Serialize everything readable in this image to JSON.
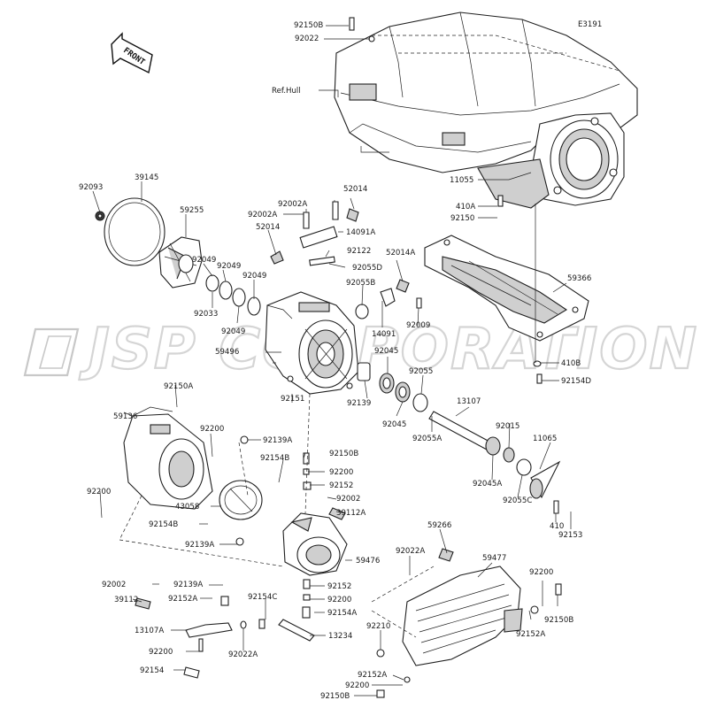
{
  "diagram_code": "E3191",
  "front_arrow_text": "FRONT",
  "watermark": "JSP CORPORATION",
  "labels": {
    "92150B_top": "92150B",
    "92022_top": "92022",
    "ref_hull": "Ref.Hull",
    "11055": "11055",
    "410A": "410A",
    "92150": "92150",
    "59366": "59366",
    "410B": "410B",
    "92154D": "92154D",
    "92093": "92093",
    "39145": "39145",
    "59255": "59255",
    "92049_a": "92049",
    "92049_b": "92049",
    "92049_c": "92049",
    "92033": "92033",
    "92002A_a": "92002A",
    "92002A_b": "92002A",
    "52014_a": "52014",
    "52014_b": "52014",
    "52014A": "52014A",
    "14091A": "14091A",
    "92122": "92122",
    "92055D": "92055D",
    "92055B": "92055B",
    "14091": "14091",
    "92009": "92009",
    "59496": "59496",
    "92045_a": "92045",
    "92045_b": "92045",
    "92139": "92139",
    "92055": "92055",
    "92055A": "92055A",
    "13107": "13107",
    "92015": "92015",
    "11065": "11065",
    "92045A": "92045A",
    "92055C": "92055C",
    "410": "410",
    "92153": "92153",
    "92151": "92151",
    "92150A": "92150A",
    "59136": "59136",
    "92200_a": "92200",
    "92139A_a": "92139A",
    "92150B_mid": "92150B",
    "92154B_a": "92154B",
    "92200_b": "92200",
    "92152_a": "92152",
    "92200_left": "92200",
    "43058": "43058",
    "92002": "92002",
    "39112A": "39112A",
    "92154B_b": "92154B",
    "92139A_b": "92139A",
    "59476": "59476",
    "59266": "59266",
    "92022A_a": "92022A",
    "59477": "59477",
    "92002_b": "92002",
    "92139A_c": "92139A",
    "39112": "39112",
    "92152A_a": "92152A",
    "92154C": "92154C",
    "92152_b": "92152",
    "92200_c": "92200",
    "92154A": "92154A",
    "13107A": "13107A",
    "13234": "13234",
    "92200_d": "92200",
    "92022A_b": "92022A",
    "92154": "92154",
    "92210": "92210",
    "92200_e": "92200",
    "92150B_r": "92150B",
    "92152A_b": "92152A",
    "92152A_c": "92152A",
    "92200_f": "92200",
    "92150B_bot": "92150B"
  }
}
